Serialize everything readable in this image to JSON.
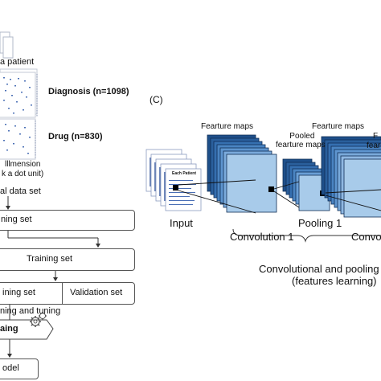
{
  "left_panel": {
    "patient_label": "a patient",
    "diagnosis_label": "Diagnosis (n=1098)",
    "drug_label": "Drug (n=830)",
    "dimension_line1": "lllmension",
    "dimension_line2": "k a dot unit)",
    "dataset_label": "al data set",
    "flow_box1": "ning set",
    "flow_box2": "Training set",
    "flow_box3_left": "ining set",
    "flow_box3_right": "Validation set",
    "tuning_label": "ning and tuning",
    "training_label": "aing",
    "model_label": "odel"
  },
  "right_panel": {
    "panel_letter": "(C)",
    "each_patient": "Each Patient",
    "input_label": "Input",
    "feature_maps_1": "Fearture maps",
    "pooled_line1": "Pooled",
    "pooled_line2": "fearture maps",
    "feature_maps_2": "Fearture maps",
    "cut_label_1": "F",
    "cut_label_2": "fearu",
    "conv1_label": "Convolution 1",
    "pool1_label": "Pooling 1",
    "conv2_label": "Convo",
    "section_line1": "Convolutional and pooling l",
    "section_line2": "(features learning)"
  },
  "colors": {
    "map_dark": "#2f6fb0",
    "map_mid": "#5d97cf",
    "map_light": "#a7cbec",
    "doc_blue": "#3a6fb7",
    "line": "#333333"
  }
}
